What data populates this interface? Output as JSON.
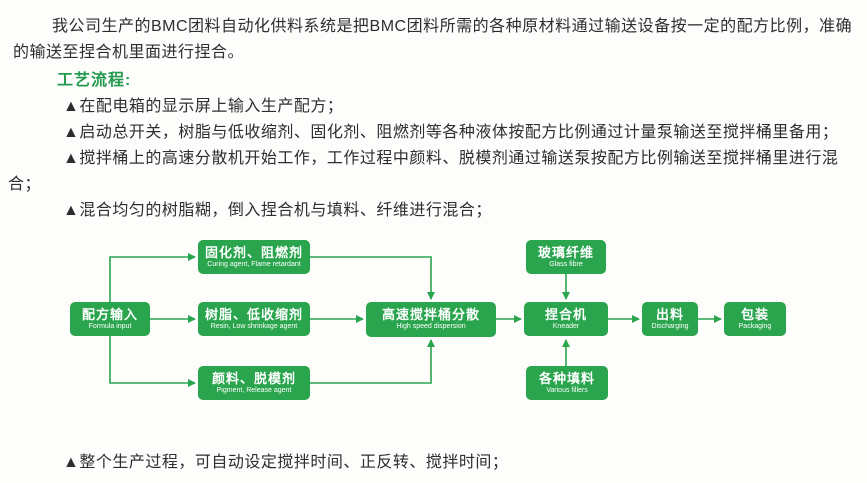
{
  "colors": {
    "accent_green": "#2aa54e",
    "heading_green": "#249a4d",
    "body_text": "#2e2e2e",
    "node_text": "#ffffff",
    "background": "#fdfdfc"
  },
  "document": {
    "intro": "我公司生产的BMC团料自动化供料系统是把BMC团料所需的各种原材料通过输送设备按一定的配方比例，准确\n的输送至捏合机里面进行捏合。",
    "section_heading": "工艺流程:",
    "bullets": [
      "▲在配电箱的显示屏上输入生产配方；",
      "▲启动总开关，树脂与低收缩剂、固化剂、阻燃剂等各种液体按配方比例通过计量泵输送至搅拌桶里备用；",
      "▲搅拌桶上的高速分散机开始工作，工作过程中颜料、脱模剂通过输送泵按配方比例输送至搅拌桶里进行混\n合；",
      "▲混合均匀的树脂糊，倒入捏合机与填料、纤维进行混合；"
    ],
    "footer_bullet": "▲整个生产过程，可自动设定搅拌时间、正反转、搅拌时间；"
  },
  "flowchart": {
    "nodes": {
      "formula": {
        "zh": "配方输入",
        "en": "Formula input"
      },
      "curing": {
        "zh": "固化剂、阻燃剂",
        "en": "Curing agent, Flame retardant"
      },
      "resin": {
        "zh": "树脂、低收缩剂",
        "en": "Resin, Low shrinkage agent"
      },
      "pigment": {
        "zh": "颜料、脱模剂",
        "en": "Pigment, Release agent"
      },
      "dispersion": {
        "zh": "高速搅拌桶分散",
        "en": "High speed dispersion"
      },
      "glass_fibre": {
        "zh": "玻璃纤维",
        "en": "Glass fibre"
      },
      "kneader": {
        "zh": "捏合机",
        "en": "Kneader"
      },
      "fillers": {
        "zh": "各种填料",
        "en": "Various fillers"
      },
      "discharging": {
        "zh": "出料",
        "en": "Discharging"
      },
      "packaging": {
        "zh": "包装",
        "en": "Packaging"
      }
    }
  }
}
